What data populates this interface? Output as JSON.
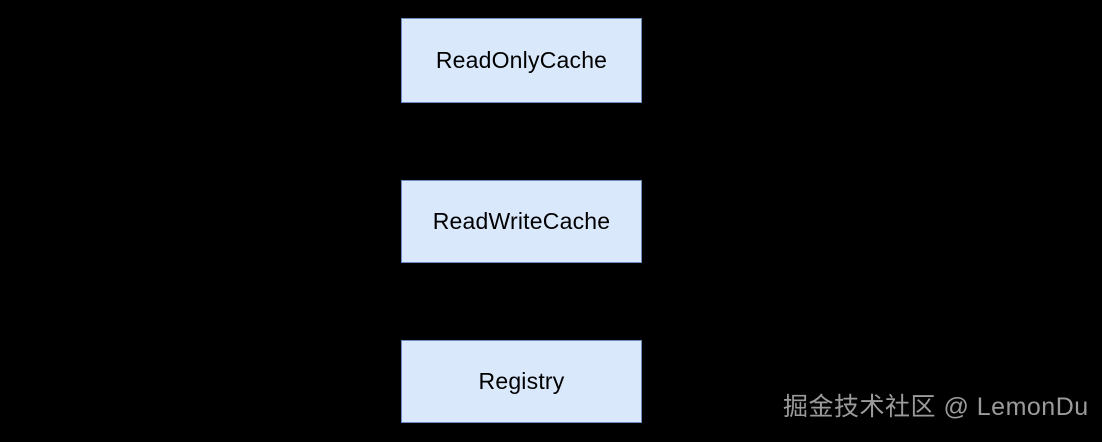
{
  "diagram": {
    "background_color": "#000000",
    "node_fill_color": "#dae8fc",
    "node_border_color": "#6c8ebf",
    "node_text_color": "#000000",
    "nodes": [
      {
        "id": "readonlycache",
        "label": "ReadOnlyCache"
      },
      {
        "id": "readwritecache",
        "label": "ReadWriteCache"
      },
      {
        "id": "registry",
        "label": "Registry"
      }
    ],
    "edges": [
      {
        "from": "readonlycache",
        "to": "readwritecache"
      },
      {
        "from": "readwritecache",
        "to": "registry"
      }
    ]
  },
  "watermark": {
    "text": "掘金技术社区 @ LemonDu",
    "color": "#9b9b9b"
  }
}
